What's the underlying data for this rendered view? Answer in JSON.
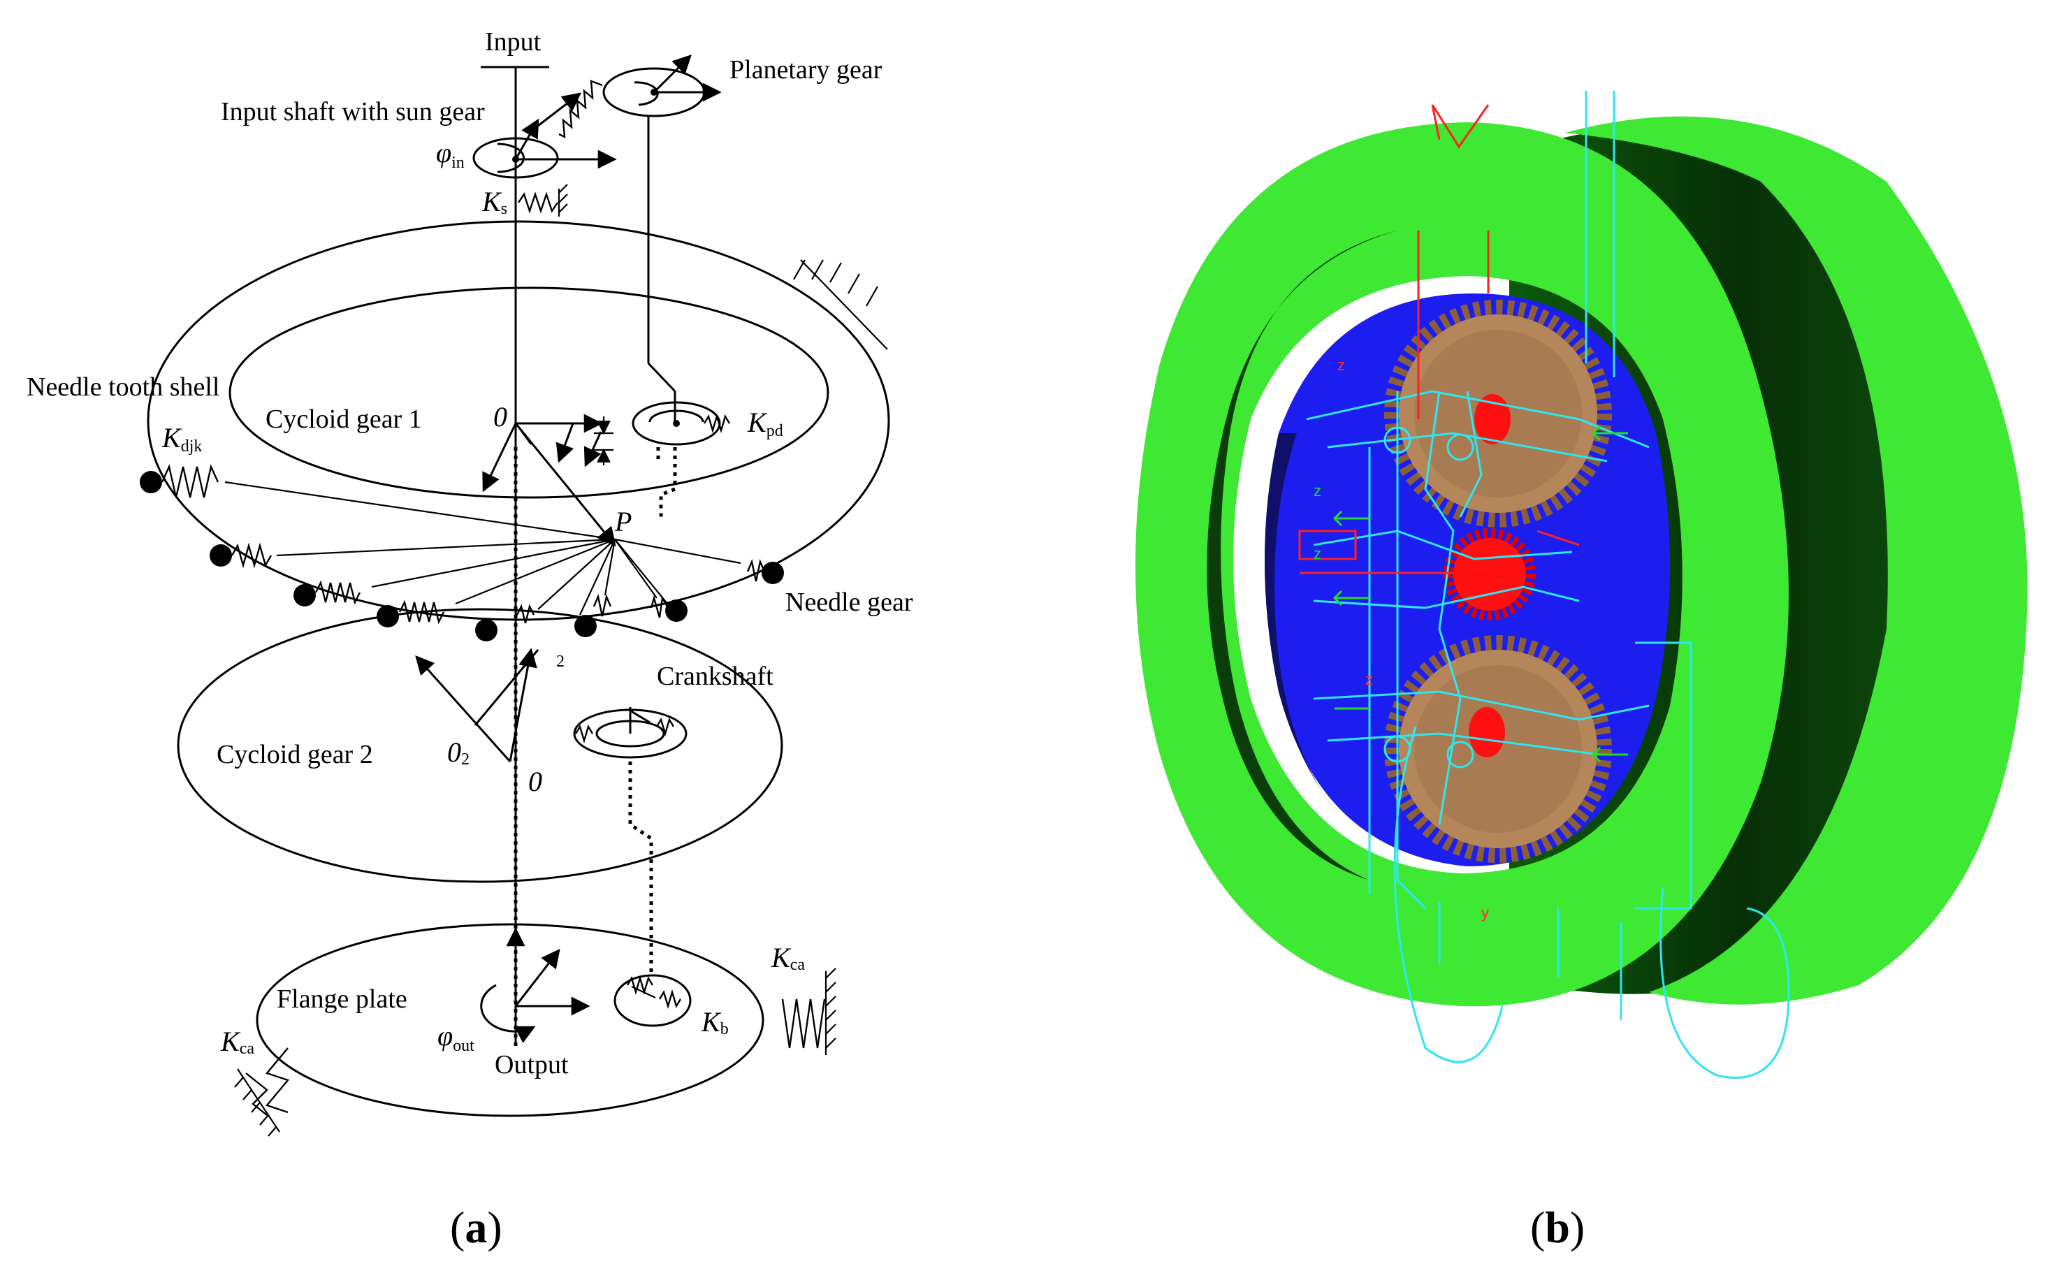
{
  "panel_a": {
    "caption_open": "(",
    "caption_letter": "a",
    "caption_close": ")",
    "labels": {
      "input": "Input",
      "planetary_gear": "Planetary gear",
      "input_shaft": "Input shaft with sun gear",
      "phi_in_sym": "φ",
      "phi_in_sub": "in",
      "ks_sym": "K",
      "ks_sub": "s",
      "needle_tooth_shell": "Needle tooth shell",
      "kdjk_sym": "K",
      "kdjk_sub": "djk",
      "cycloid_gear_1": "Cycloid gear 1",
      "origin_1": "0",
      "kpd_sym": "K",
      "kpd_sub": "pd",
      "point_p": "P",
      "needle_gear": "Needle gear",
      "sub_2": "2",
      "crankshaft": "Crankshaft",
      "cycloid_gear_2": "Cycloid gear 2",
      "o2_sym": "0",
      "o2_sub": "2",
      "origin_2": "0",
      "flange_plate": "Flange plate",
      "kca_right_sym": "K",
      "kca_right_sub": "ca",
      "kca_left_sym": "K",
      "kca_left_sub": "ca",
      "phi_out_sym": "φ",
      "phi_out_sub": "out",
      "output": "Output",
      "kb_sym": "K",
      "kb_sub": "b"
    }
  },
  "panel_b": {
    "caption_open": "(",
    "caption_letter": "b",
    "caption_close": ")",
    "axis_marks": [
      "z",
      "z",
      "z",
      "z",
      "y"
    ],
    "colors": {
      "housing": "#3ee833",
      "housing_dark": "#0a3d0a",
      "carrier": "#1c1ef0",
      "planet": "#b5865a",
      "sun": "#ff1010",
      "markers": "#33e6f0"
    }
  }
}
